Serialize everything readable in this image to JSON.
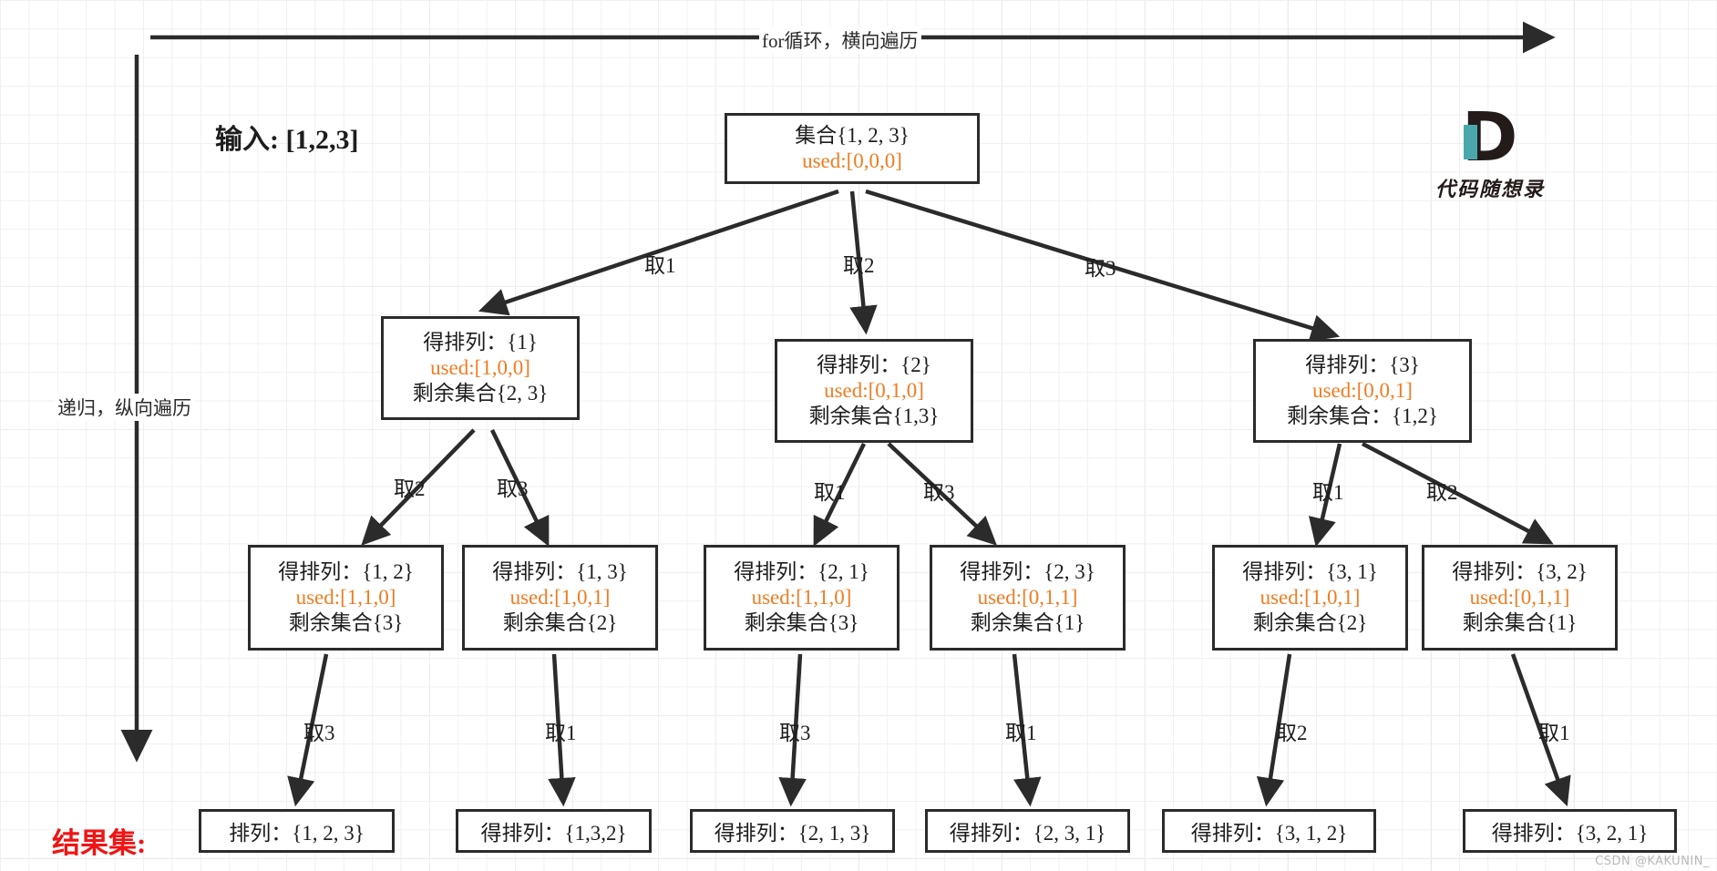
{
  "diagram": {
    "input_label": "输入: [1,2,3]",
    "result_label": "结果集:",
    "horizontal_axis_label": "for循环，横向遍历",
    "vertical_axis_label": "递归，纵向遍历",
    "watermark": "CSDN @KAKUNIN_",
    "accent_used_color": "#f07c21",
    "result_label_color": "#f01414",
    "stroke_color": "#2b2b2b"
  },
  "logo": {
    "mark": "D",
    "text": "代码随想录",
    "bar_color": "#4aa8ad"
  },
  "root": {
    "line1": "集合{1, 2, 3}",
    "line2": "used:[0,0,0]"
  },
  "level2": [
    {
      "line1": "得排列：{1}",
      "line2": "used:[1,0,0]",
      "line3": "剩余集合{2, 3}",
      "edge": "取1"
    },
    {
      "line1": "得排列：{2}",
      "line2": "used:[0,1,0]",
      "line3": "剩余集合{1,3}",
      "edge": "取2"
    },
    {
      "line1": "得排列：{3}",
      "line2": "used:[0,0,1]",
      "line3": "剩余集合：{1,2}",
      "edge": "取3"
    }
  ],
  "level3": [
    {
      "line1": "得排列：{1, 2}",
      "line2": "used:[1,1,0]",
      "line3": "剩余集合{3}",
      "edge": "取2"
    },
    {
      "line1": "得排列：{1, 3}",
      "line2": "used:[1,0,1]",
      "line3": "剩余集合{2}",
      "edge": "取3"
    },
    {
      "line1": "得排列：{2, 1}",
      "line2": "used:[1,1,0]",
      "line3": "剩余集合{3}",
      "edge": "取1"
    },
    {
      "line1": "得排列：{2, 3}",
      "line2": "used:[0,1,1]",
      "line3": "剩余集合{1}",
      "edge": "取3"
    },
    {
      "line1": "得排列：{3, 1}",
      "line2": "used:[1,0,1]",
      "line3": "剩余集合{2}",
      "edge": "取1"
    },
    {
      "line1": "得排列：{3, 2}",
      "line2": "used:[0,1,1]",
      "line3": "剩余集合{1}",
      "edge": "取2"
    }
  ],
  "results": [
    {
      "text": "排列：{1, 2, 3}",
      "edge": "取3"
    },
    {
      "text": "得排列：{1,3,2}",
      "edge": "取1"
    },
    {
      "text": "得排列：{2, 1, 3}",
      "edge": "取3"
    },
    {
      "text": "得排列：{2, 3, 1}",
      "edge": "取1"
    },
    {
      "text": "得排列：{3, 1, 2}",
      "edge": "取2"
    },
    {
      "text": "得排列：{3, 2, 1}",
      "edge": "取1"
    }
  ]
}
